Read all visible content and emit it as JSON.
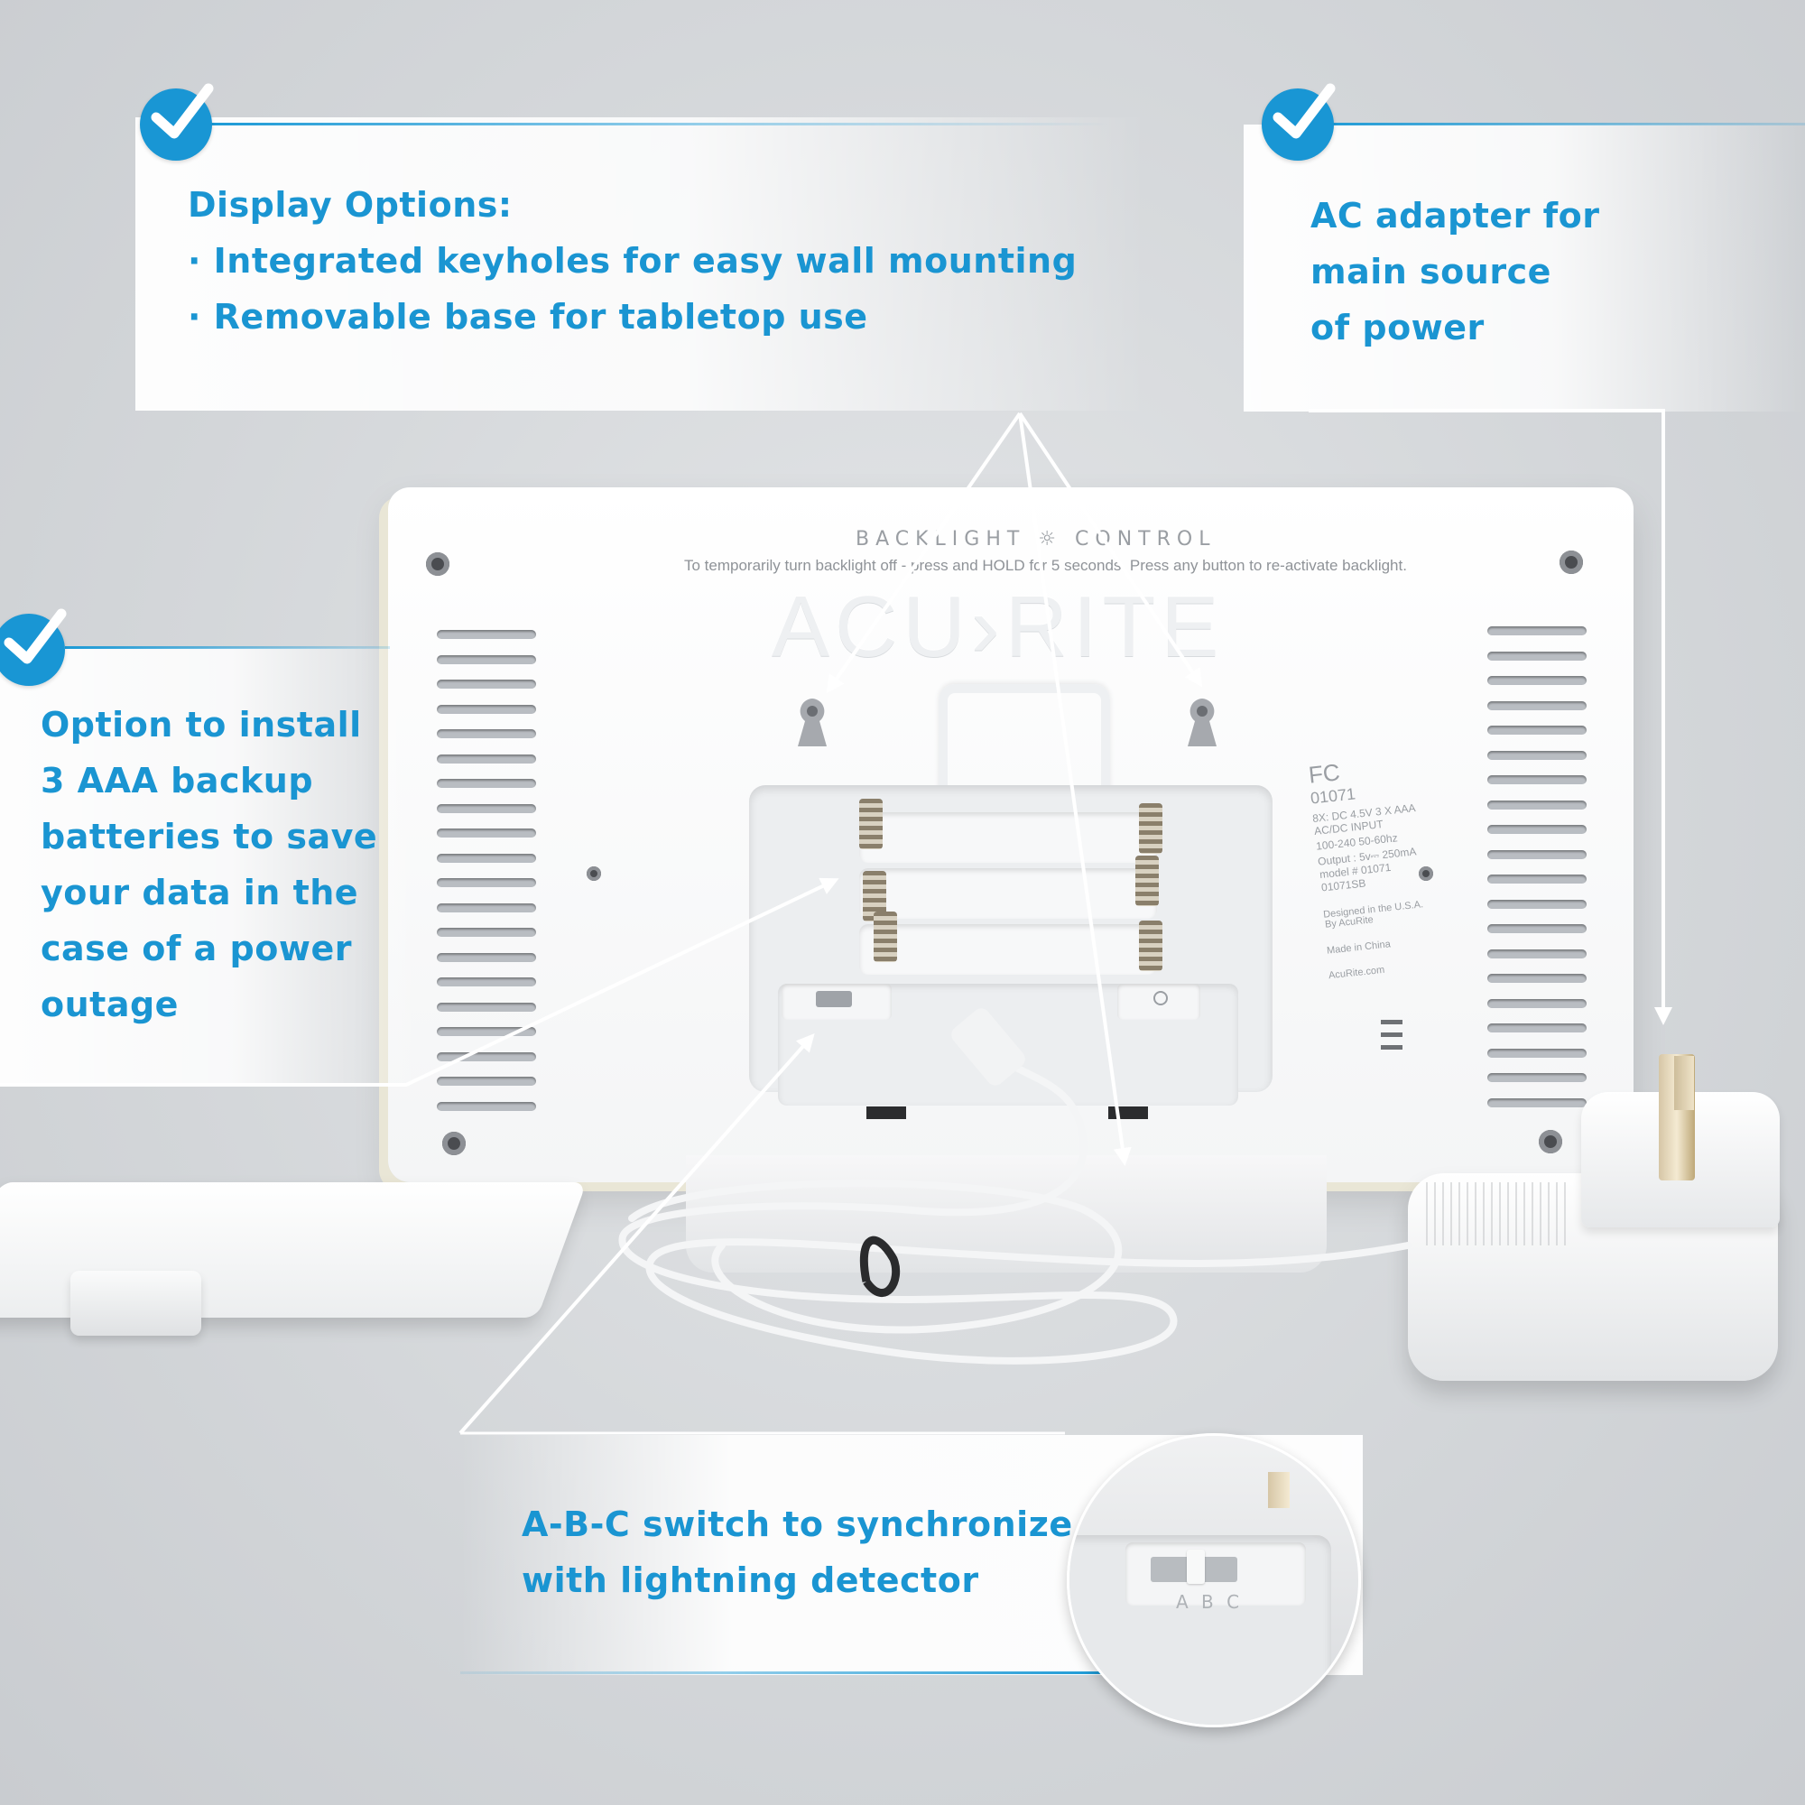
{
  "callouts": {
    "display_options": {
      "heading": "Display Options:",
      "bullets": [
        "· Integrated keyholes for easy wall mounting",
        "· Removable base for tabletop use"
      ]
    },
    "ac_adapter": {
      "lines": [
        "AC adapter for",
        "main source",
        "of power"
      ]
    },
    "backup_batteries": {
      "lines": [
        "Option to install",
        "3 AAA backup",
        "batteries to save",
        "your data in the",
        "case of a power",
        "outage"
      ]
    },
    "abc_switch": {
      "lines": [
        "A-B-C switch to synchronize",
        "with lightning detector"
      ]
    }
  },
  "device": {
    "label_title": "BACKLIGHT ☼ CONTROL",
    "label_instruction": "To temporarily turn backlight off - press and HOLD for 5 seconds.  Press any button to re-activate backlight.",
    "brand": "ACU›RITE",
    "spec_lines": [
      "FC",
      "01071",
      "8X: DC 4.5V 3 X AAA",
      "AC/DC INPUT",
      "100-240 50-60hz",
      "Output : 5v⎓ 250mA",
      "model # 01071",
      "01071SB",
      "Designed in the U.S.A.",
      "By AcuRite",
      "Made in China",
      "AcuRite.com"
    ]
  },
  "inset": {
    "switch_letters": "A  B  C"
  },
  "colors": {
    "accent": "#1a95d2",
    "background": "#d3d6d9"
  }
}
